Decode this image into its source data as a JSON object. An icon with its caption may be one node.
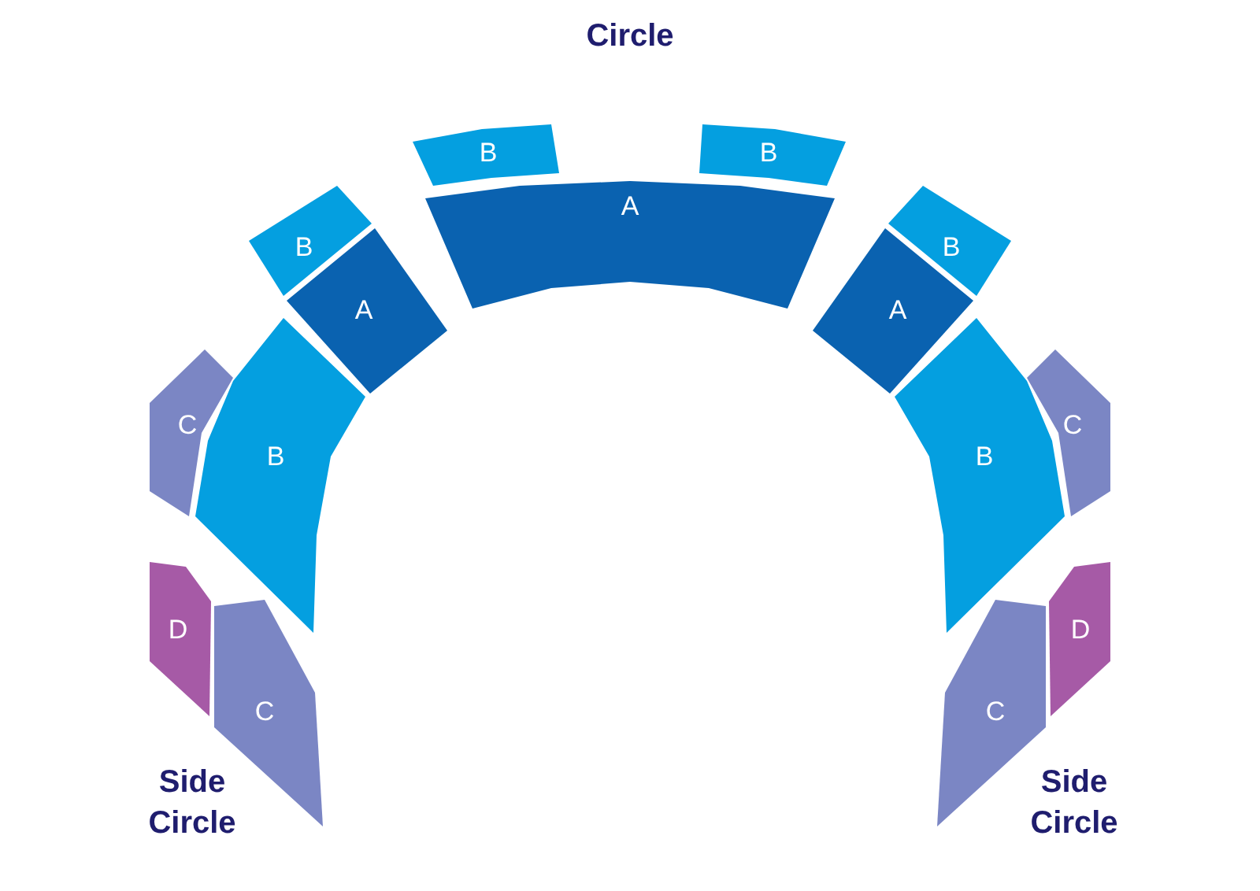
{
  "diagram": {
    "title": "Circle",
    "nodes": [
      {
        "text": [
          "B"
        ]
      },
      {
        "text": [
          "B"
        ]
      },
      {
        "text": [
          "A"
        ]
      },
      {
        "text": [
          "B"
        ]
      },
      {
        "text": [
          "A"
        ]
      },
      {
        "text": [
          "B"
        ]
      },
      {
        "text": [
          "A"
        ]
      },
      {
        "text": [
          "C"
        ]
      },
      {
        "text": [
          "B"
        ]
      },
      {
        "text": [
          "B"
        ]
      },
      {
        "text": [
          "C"
        ]
      },
      {
        "text": [
          "D"
        ]
      },
      {
        "text": [
          "C"
        ]
      },
      {
        "text": [
          "D"
        ]
      },
      {
        "text": [
          "C"
        ]
      }
    ],
    "labels": [
      "Side Circle",
      "Side Circle"
    ]
  }
}
